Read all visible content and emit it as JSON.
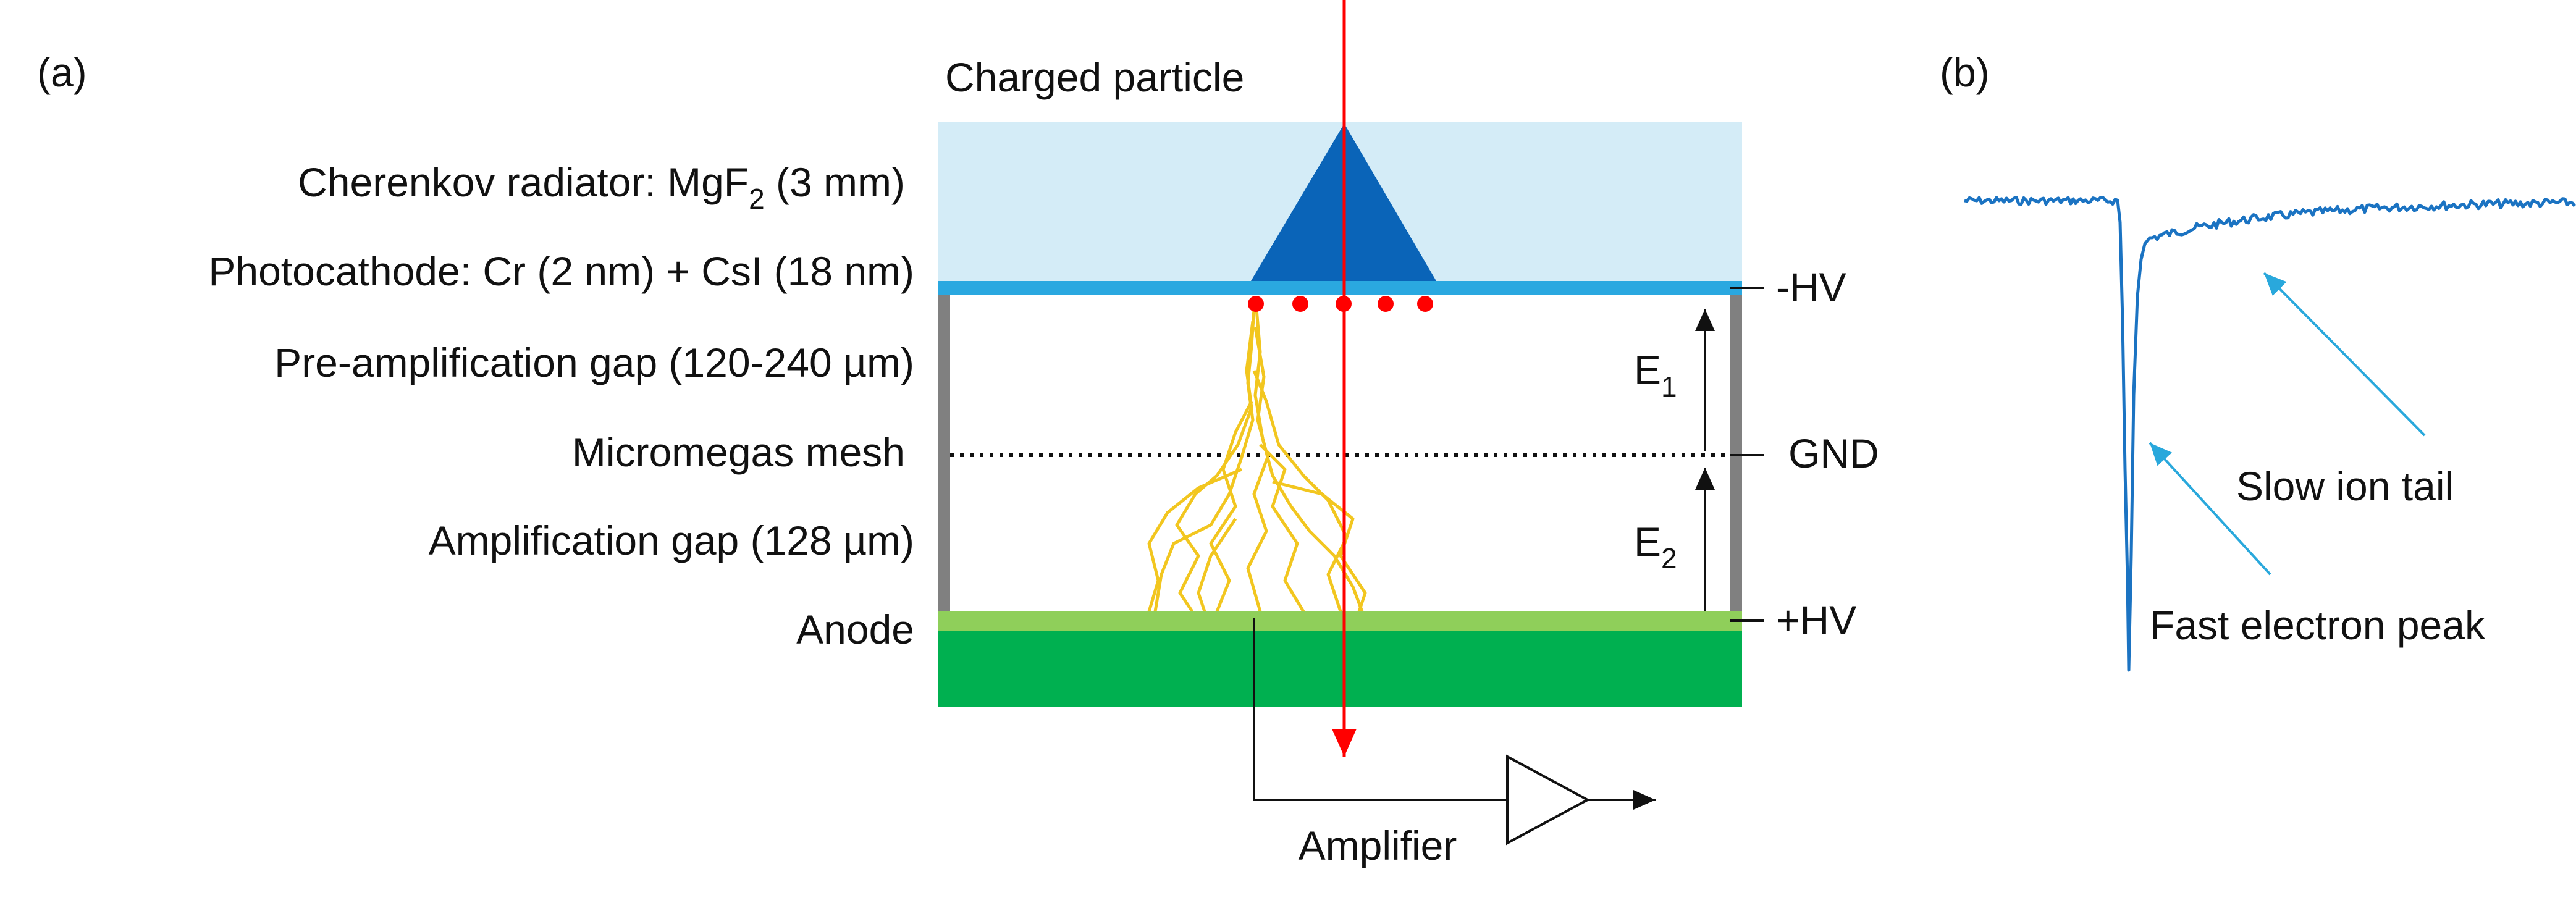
{
  "panels": {
    "a": "(a)",
    "b": "(b)"
  },
  "labels": {
    "charged_particle": "Charged particle",
    "cherenkov_radiator": "Cherenkov radiator: MgF",
    "cherenkov_radiator_sub": "2",
    "cherenkov_radiator_tail": " (3 mm)",
    "photocathode": "Photocathode: Cr (2 nm) + CsI (18 nm)",
    "pre_amplification_gap": "Pre-amplification gap (120-240 µm)",
    "micromegas_mesh": "Micromegas mesh",
    "amplification_gap": "Amplification gap (128 µm)",
    "anode": "Anode",
    "minus_hv": "-HV",
    "gnd": "GND",
    "plus_hv": "+HV",
    "e1": "E",
    "e1_sub": "1",
    "e2": "E",
    "e2_sub": "2",
    "amplifier": "Amplifier"
  },
  "signal_annotations": {
    "slow_ion_tail": "Slow ion tail",
    "fast_electron_peak": "Fast electron peak"
  },
  "colors": {
    "radiator": "#d4ecf7",
    "cherenkov_cone": "#0a64b8",
    "photocathode": "#2aa8e0",
    "electrode_frame": "#808080",
    "anode_top": "#8fcf5a",
    "anode_base": "#00b050",
    "particle_track": "#ff0000",
    "photoelectrons": "#ff0000",
    "avalanche": "#f2c61f",
    "signal_trace": "#1b73c2",
    "annotation_arrows": "#29a8dc"
  }
}
